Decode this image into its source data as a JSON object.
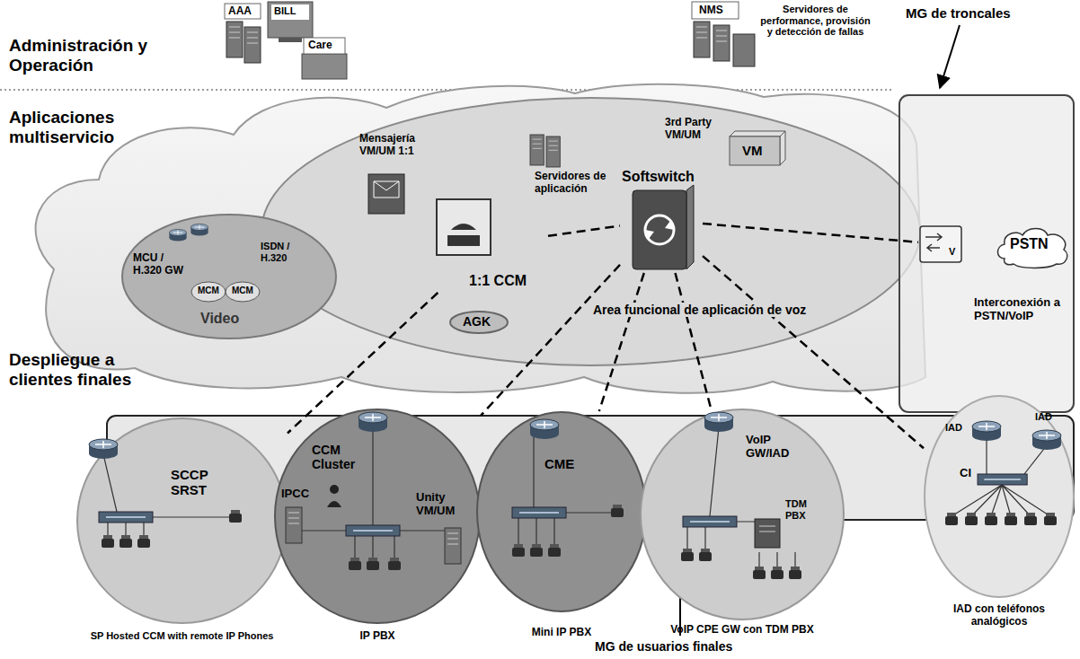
{
  "diagram": {
    "nodes": [
      {
        "text": [
          "AAA"
        ]
      },
      {
        "text": [
          "BILL"
        ]
      },
      {
        "text": [
          "Care"
        ]
      },
      {
        "text": [
          "NMS"
        ]
      },
      {
        "text": [
          "Area funcional de aplicación de voz"
        ]
      },
      {
        "text": [
          "Mensajería VM/UM 1:1"
        ],
        "in": 4
      },
      {
        "text": [
          "Servidores de aplicación"
        ],
        "in": 4
      },
      {
        "text": [
          "3rd Party VM/UM",
          "VM"
        ],
        "in": 4
      },
      {
        "text": [
          "1:1 CCM"
        ],
        "in": 4
      },
      {
        "text": [
          "Softswitch"
        ],
        "in": 4
      },
      {
        "text": [
          "AGK"
        ],
        "in": 4
      },
      {
        "text": [
          "Video"
        ]
      },
      {
        "text": [
          "MCU / H.320 GW"
        ],
        "in": 11
      },
      {
        "text": [
          "ISDN / H.320"
        ],
        "in": 11
      },
      {
        "text": [
          "MCM"
        ],
        "in": 11
      },
      {
        "text": [
          "MCM"
        ],
        "in": 11
      },
      {
        "text": [
          "Interconexión a PSTN/VoIP"
        ]
      },
      {
        "text": [
          "V"
        ],
        "in": 16
      },
      {
        "text": [
          "PSTN"
        ],
        "in": 16
      },
      {
        "text": [
          "Despliegue a clientes finales"
        ]
      },
      {
        "text": [
          "SCCP SRST",
          "SP Hosted CCM with remote IP Phones"
        ],
        "in": 19
      },
      {
        "text": [
          "CCM Cluster",
          "IPCC",
          "Unity VM/UM",
          "IP PBX"
        ],
        "in": 19
      },
      {
        "text": [
          "CME",
          "Mini IP PBX"
        ],
        "in": 19
      },
      {
        "text": [
          "VoIP GW/IAD",
          "TDM PBX",
          "VoIP CPE GW con TDM PBX"
        ],
        "in": 19
      },
      {
        "text": [
          "IAD",
          "IAD",
          "CI",
          "IAD con teléfonos analógicos"
        ],
        "in": 19
      }
    ],
    "edges": [
      {
        "from": 8,
        "to": 9,
        "arrow": "none"
      },
      {
        "from": 9,
        "to": 17,
        "arrow": "none"
      },
      {
        "from": 8,
        "to": 20,
        "arrow": "none"
      },
      {
        "from": 9,
        "to": 21,
        "arrow": "none"
      },
      {
        "from": 9,
        "to": 22,
        "arrow": "none"
      },
      {
        "from": 9,
        "to": 23,
        "arrow": "none"
      },
      {
        "from": 9,
        "to": 24,
        "arrow": "none"
      }
    ],
    "labels": [
      "Administración y Operación",
      "Aplicaciones multiservicio",
      "Servidores de performance, provisión y detección de fallas",
      "MG de troncales",
      "MG de usuarios finales"
    ]
  }
}
